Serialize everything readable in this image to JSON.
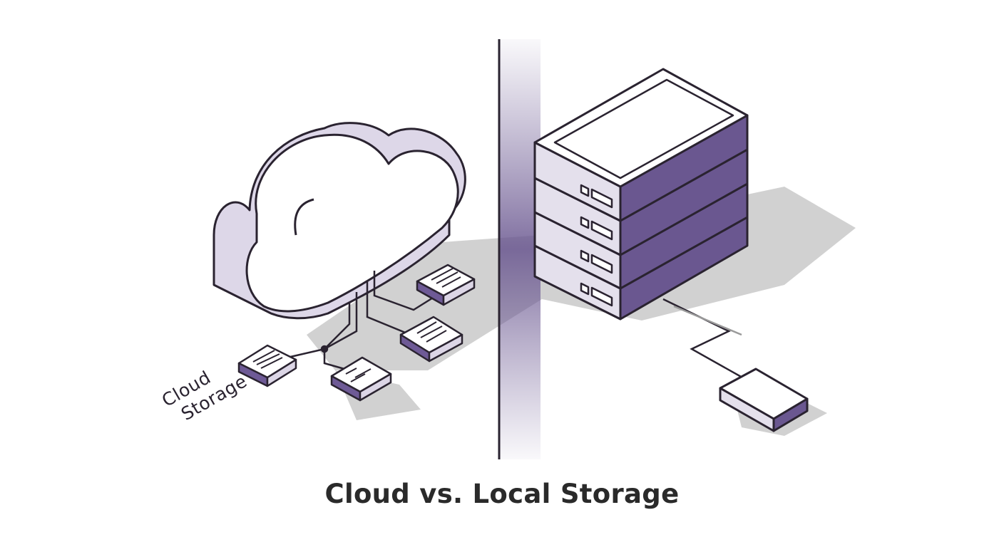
{
  "title": "Cloud vs. Local Storage",
  "cloud_label": {
    "line1": "Cloud",
    "line2": "Storage"
  },
  "colors": {
    "outline": "#2a2330",
    "purple": "#6e5a96",
    "lavender": "#dcd6e6",
    "shadow": "#c6c6c6",
    "divider": "#7b6a9e"
  },
  "icons": [
    "cloud-icon",
    "server-stack-icon",
    "external-drive-icon",
    "file-module-icon"
  ]
}
